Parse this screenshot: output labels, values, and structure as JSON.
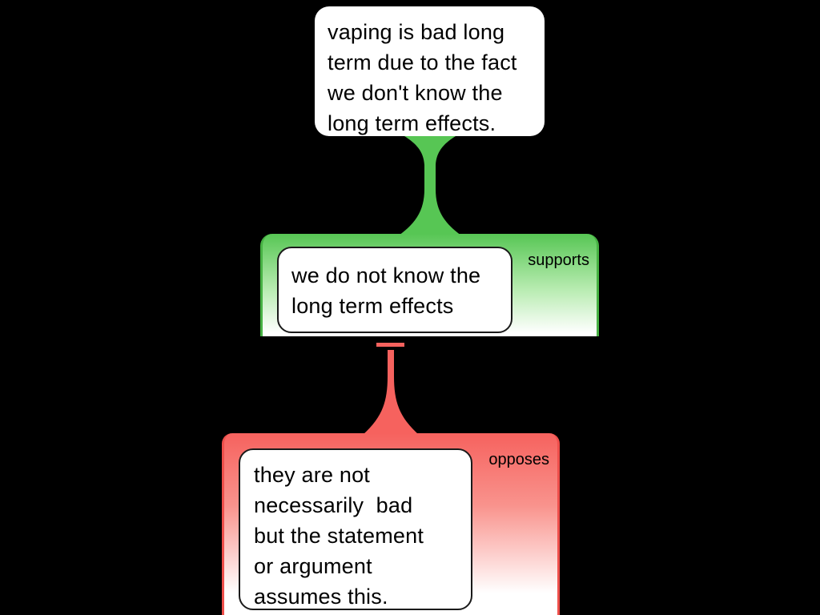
{
  "map": {
    "background": "#000000"
  },
  "colors": {
    "map_background": "#000000",
    "support": "#57c654",
    "support_border": "#46b143",
    "oppose": "#f6625e",
    "oppose_border": "#ee4f4b",
    "node_background": "#ffffff",
    "node_border": "#1a1a1a",
    "text": "#000000"
  },
  "root_claim": {
    "text": "vaping is bad long\nterm due to the fact\nwe don't know the\nlong term effects."
  },
  "support": {
    "relation_label": "supports",
    "premise": "we do not know the\nlong term effects"
  },
  "oppose": {
    "relation_label": "opposes",
    "premise": "they are not\nnecessarily  bad\nbut the statement\nor argument\nassumes this."
  }
}
